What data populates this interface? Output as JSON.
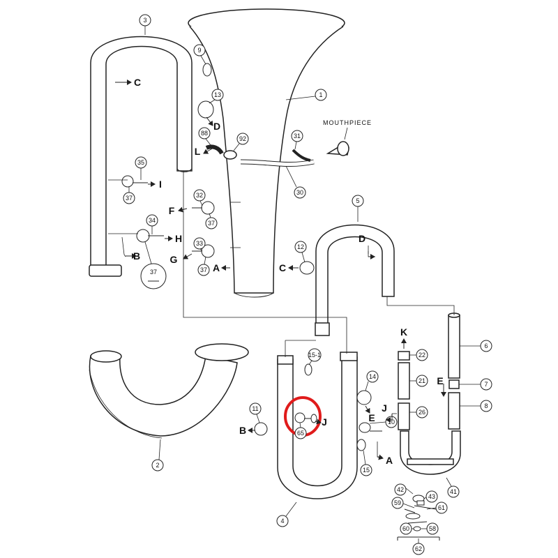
{
  "diagram": {
    "mouthpiece_label": "MOUTHPIECE",
    "part_numbers": {
      "p1": "1",
      "p2": "2",
      "p3": "3",
      "p4": "4",
      "p5": "5",
      "p6": "6",
      "p7": "7",
      "p8": "8",
      "p9": "9",
      "p10": "10",
      "p11": "11",
      "p12": "12",
      "p13": "13",
      "p14": "14",
      "p15": "15",
      "p15_1": "15-1",
      "p21": "21",
      "p22": "22",
      "p26": "26",
      "p30": "30",
      "p31": "31",
      "p32": "32",
      "p33": "33",
      "p34": "34",
      "p35": "35",
      "p37a": "37",
      "p37b": "37",
      "p37c": "37",
      "p37d": "37",
      "p41": "41",
      "p42": "42",
      "p43": "43",
      "p58": "58",
      "p59": "59",
      "p60": "60",
      "p61": "61",
      "p62": "62",
      "p65": "65",
      "p88": "88",
      "p92": "92"
    },
    "connection_letters": {
      "A1": "A",
      "A2": "A",
      "B1": "B",
      "B2": "B",
      "C1": "C",
      "C2": "C",
      "D1": "D",
      "D2": "D",
      "E1": "E",
      "E2": "E",
      "F1": "F",
      "G1": "G",
      "H1": "H",
      "I1": "I",
      "J1": "J",
      "J2": "J",
      "K1": "K",
      "L1": "L"
    },
    "highlight_color": "#e01b1b"
  }
}
